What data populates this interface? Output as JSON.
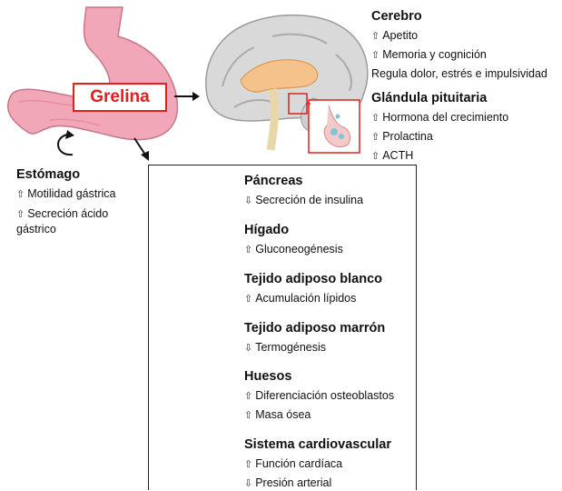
{
  "hormone": {
    "label": "Grelina"
  },
  "stomach": {
    "title": "Estómago",
    "effects": [
      {
        "dir": "up",
        "glyph": "⇧",
        "text": "Motilidad gástrica"
      },
      {
        "dir": "up",
        "glyph": "⇧",
        "text": "Secreción ácido gástrico"
      }
    ]
  },
  "brain": {
    "title": "Cerebro",
    "effects": [
      {
        "dir": "up",
        "glyph": "⇧",
        "text": "Apetito"
      },
      {
        "dir": "up",
        "glyph": "⇧",
        "text": "Memoria y cognición"
      },
      {
        "dir": "none",
        "glyph": "",
        "text": "Regula dolor, estrés e impulsividad"
      }
    ]
  },
  "pituitary": {
    "title": "Glándula pituitaria",
    "effects": [
      {
        "dir": "up",
        "glyph": "⇧",
        "text": "Hormona del crecimiento"
      },
      {
        "dir": "up",
        "glyph": "⇧",
        "text": "Prolactina"
      },
      {
        "dir": "up",
        "glyph": "⇧",
        "text": "ACTH"
      }
    ]
  },
  "organs": [
    {
      "title": "Páncreas",
      "icon": "pancreas-icon",
      "effects": [
        {
          "dir": "down",
          "glyph": "⇩",
          "text": "Secreción de insulina"
        }
      ]
    },
    {
      "title": "Hígado",
      "icon": "liver-icon",
      "effects": [
        {
          "dir": "up",
          "glyph": "⇧",
          "text": "Gluconeogénesis"
        }
      ]
    },
    {
      "title": "Tejido adiposo blanco",
      "icon": "white-adipose-icon",
      "effects": [
        {
          "dir": "up",
          "glyph": "⇧",
          "text": "Acumulación lípidos"
        }
      ]
    },
    {
      "title": "Tejido adiposo marrón",
      "icon": "brown-adipose-icon",
      "effects": [
        {
          "dir": "down",
          "glyph": "⇩",
          "text": "Termogénesis"
        }
      ]
    },
    {
      "title": "Huesos",
      "icon": "bone-icon",
      "effects": [
        {
          "dir": "up",
          "glyph": "⇧",
          "text": "Diferenciación osteoblastos"
        },
        {
          "dir": "up",
          "glyph": "⇧",
          "text": "Masa ósea"
        }
      ]
    },
    {
      "title": "Sistema cardiovascular",
      "icon": "heart-icon",
      "effects": [
        {
          "dir": "up",
          "glyph": "⇧",
          "text": "Función cardíaca"
        },
        {
          "dir": "down",
          "glyph": "⇩",
          "text": "Presión arterial"
        }
      ]
    }
  ],
  "colors": {
    "accent": "#e0201b",
    "stomach": "#f2a7b8",
    "liver": "#7a3b4a",
    "brown_fat": "#6b4a3a",
    "white_fat": "#f5e400"
  }
}
